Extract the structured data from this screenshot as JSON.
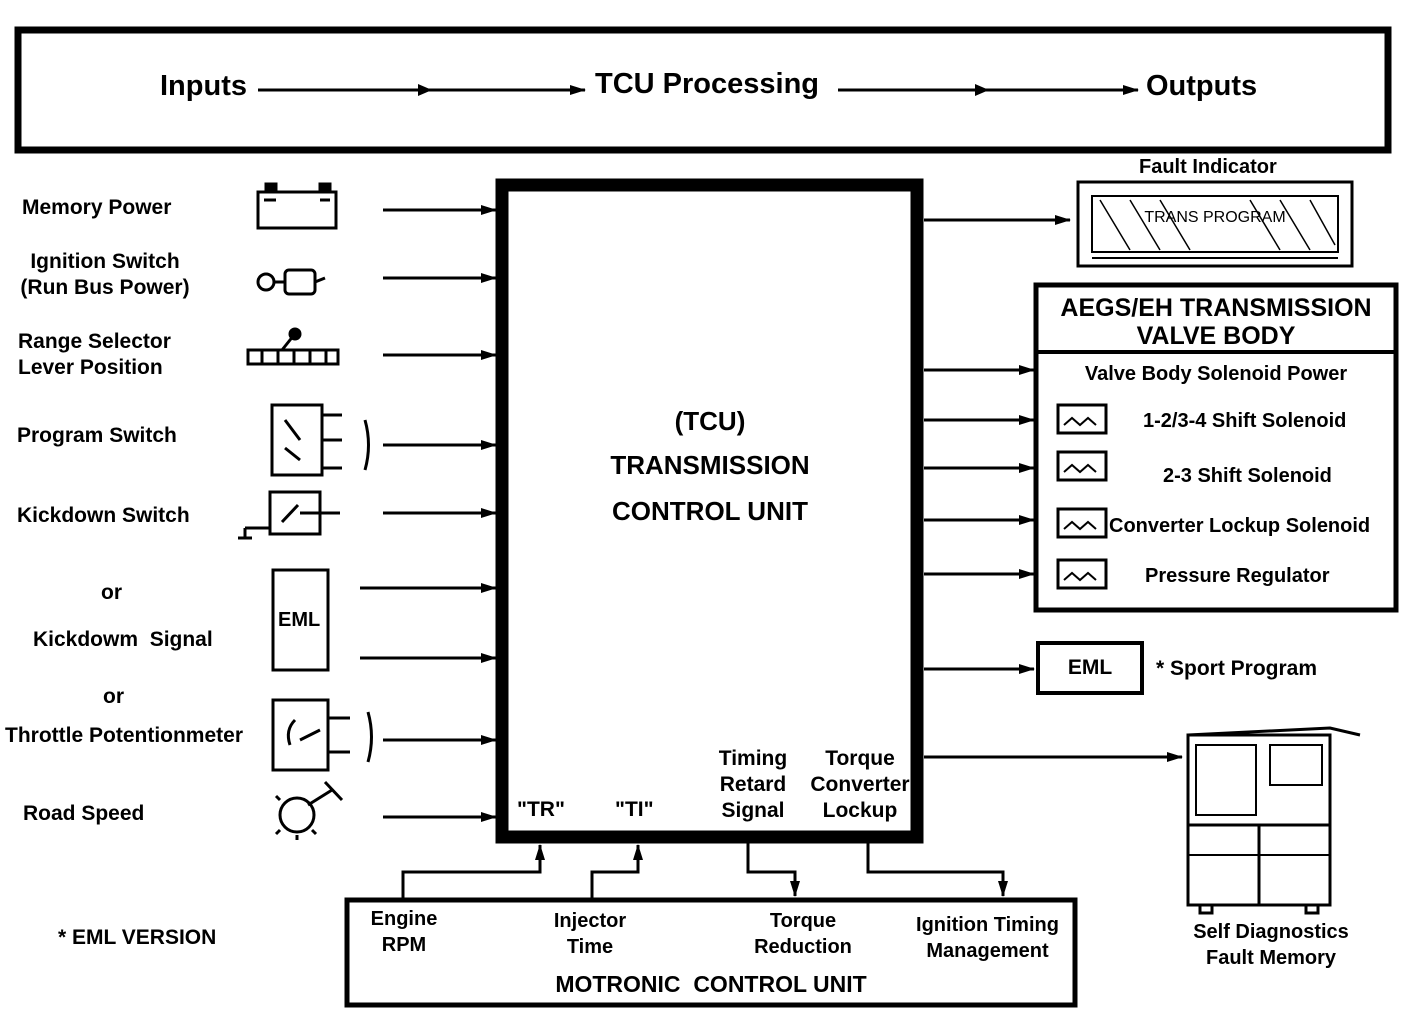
{
  "header": {
    "inputs": "Inputs",
    "processing": "TCU Processing",
    "outputs": "Outputs"
  },
  "inputs": [
    {
      "label": "Memory Power"
    },
    {
      "label": "Ignition Switch\n(Run Bus Power)"
    },
    {
      "label": "Range Selector\nLever Position"
    },
    {
      "label": "Program Switch"
    },
    {
      "label": "Kickdown Switch"
    },
    {
      "label": "or"
    },
    {
      "label": "Kickdowm  Signal"
    },
    {
      "label": "or"
    },
    {
      "label": "Throttle Potentionmeter"
    },
    {
      "label": "Road Speed"
    }
  ],
  "eml_box_label": "EML",
  "tcu": {
    "line1": "(TCU)",
    "line2": "TRANSMISSION",
    "line3": "CONTROL UNIT",
    "bottom_labels": [
      {
        "label": "\"TR\""
      },
      {
        "label": "\"TI\""
      },
      {
        "label": "Timing\nRetard\nSignal"
      },
      {
        "label": "Torque\nConverter\nLockup"
      }
    ]
  },
  "outputs": {
    "fault_indicator": "Fault Indicator",
    "fault_display_text": "TRANS PROGRAM",
    "valve_body": {
      "title": "AEGS/EH TRANSMISSION\nVALVE BODY",
      "power_label": "Valve Body Solenoid Power",
      "items": [
        {
          "label": "1-2/3-4 Shift Solenoid"
        },
        {
          "label": "2-3 Shift Solenoid"
        },
        {
          "label": "Converter Lockup Solenoid"
        },
        {
          "label": "Pressure Regulator"
        }
      ]
    },
    "eml_label": "EML",
    "sport_program": "* Sport Program",
    "self_diagnostics": "Self Diagnostics\nFault Memory"
  },
  "motronic": {
    "title": "MOTRONIC  CONTROL UNIT",
    "items": [
      {
        "label": "Engine\nRPM"
      },
      {
        "label": "Injector\nTime"
      },
      {
        "label": "Torque\nReduction"
      },
      {
        "label": "Ignition Timing\nManagement"
      }
    ]
  },
  "footnote": "* EML VERSION"
}
